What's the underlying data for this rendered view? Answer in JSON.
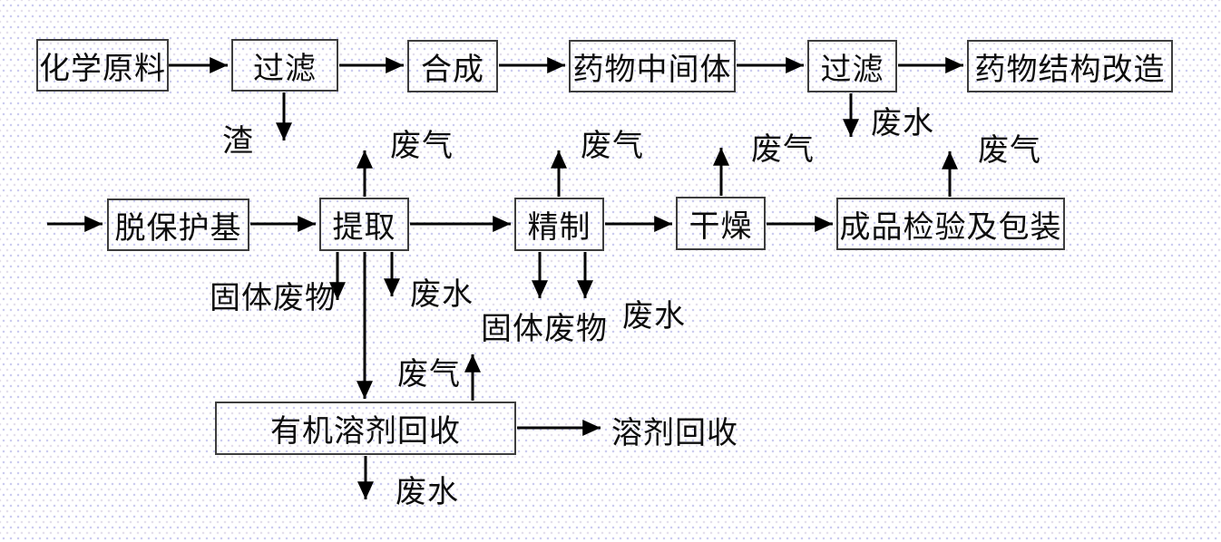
{
  "diagram": {
    "type": "process-flowchart",
    "language": "zh-CN",
    "topic": "pharmaceutical production process with waste streams"
  },
  "colors": {
    "background": "#ffffff",
    "background_dots": "#a0a0e1",
    "box_border": "#3d3d3d",
    "line": "#000000",
    "text": "#0d0d0d"
  },
  "nodes": {
    "raw_material": "化学原料",
    "filter1": "过滤",
    "synthesis": "合成",
    "intermediate": "药物中间体",
    "filter2": "过滤",
    "restructure": "药物结构改造",
    "deprotect": "脱保护基",
    "extract": "提取",
    "refine": "精制",
    "dry": "干燥",
    "inspect": "成品检验及包装",
    "solvent_unit": "有机溶剂回收"
  },
  "labels": {
    "slag": "渣",
    "wastewater_filter2": "废水",
    "offgas_extract": "废气",
    "offgas_refine": "废气",
    "offgas_dry": "废气",
    "offgas_inspect": "废气",
    "solid_waste_extract": "固体废物",
    "wastewater_extract": "废水",
    "solid_waste_refine": "固体废物",
    "wastewater_refine": "废水",
    "offgas_solvent": "废气",
    "solvent_recovered": "溶剂回收",
    "wastewater_solvent": "废水"
  }
}
